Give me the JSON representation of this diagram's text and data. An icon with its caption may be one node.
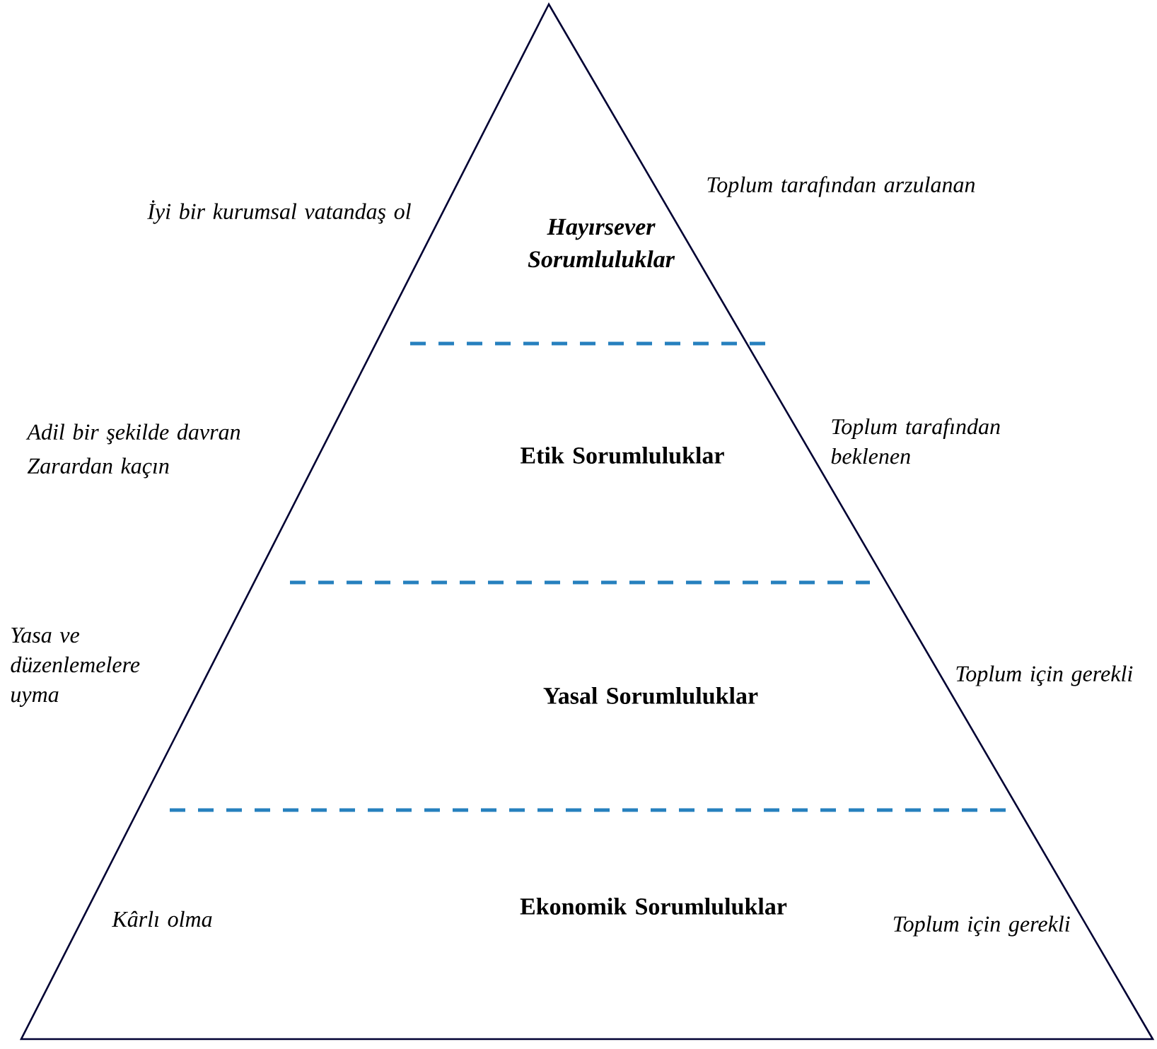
{
  "diagram": {
    "nodes": [
      {
        "text": [
          "Hayırsever Sorumluluklar"
        ]
      },
      {
        "text": [
          "Etik Sorumluluklar"
        ]
      },
      {
        "text": [
          "Yasal Sorumluluklar"
        ]
      },
      {
        "text": [
          "Ekonomik Sorumluluklar"
        ]
      }
    ],
    "labels": [
      "İyi bir kurumsal vatandaş ol",
      "Toplum tarafından arzulanan",
      "Adil bir şekilde davran",
      "Zarardan kaçın",
      "Toplum tarafından beklenen",
      "Yasa ve düzenlemelere uyma",
      "Toplum için gerekli",
      "Kârlı olma",
      "Toplum için gerekli"
    ]
  }
}
